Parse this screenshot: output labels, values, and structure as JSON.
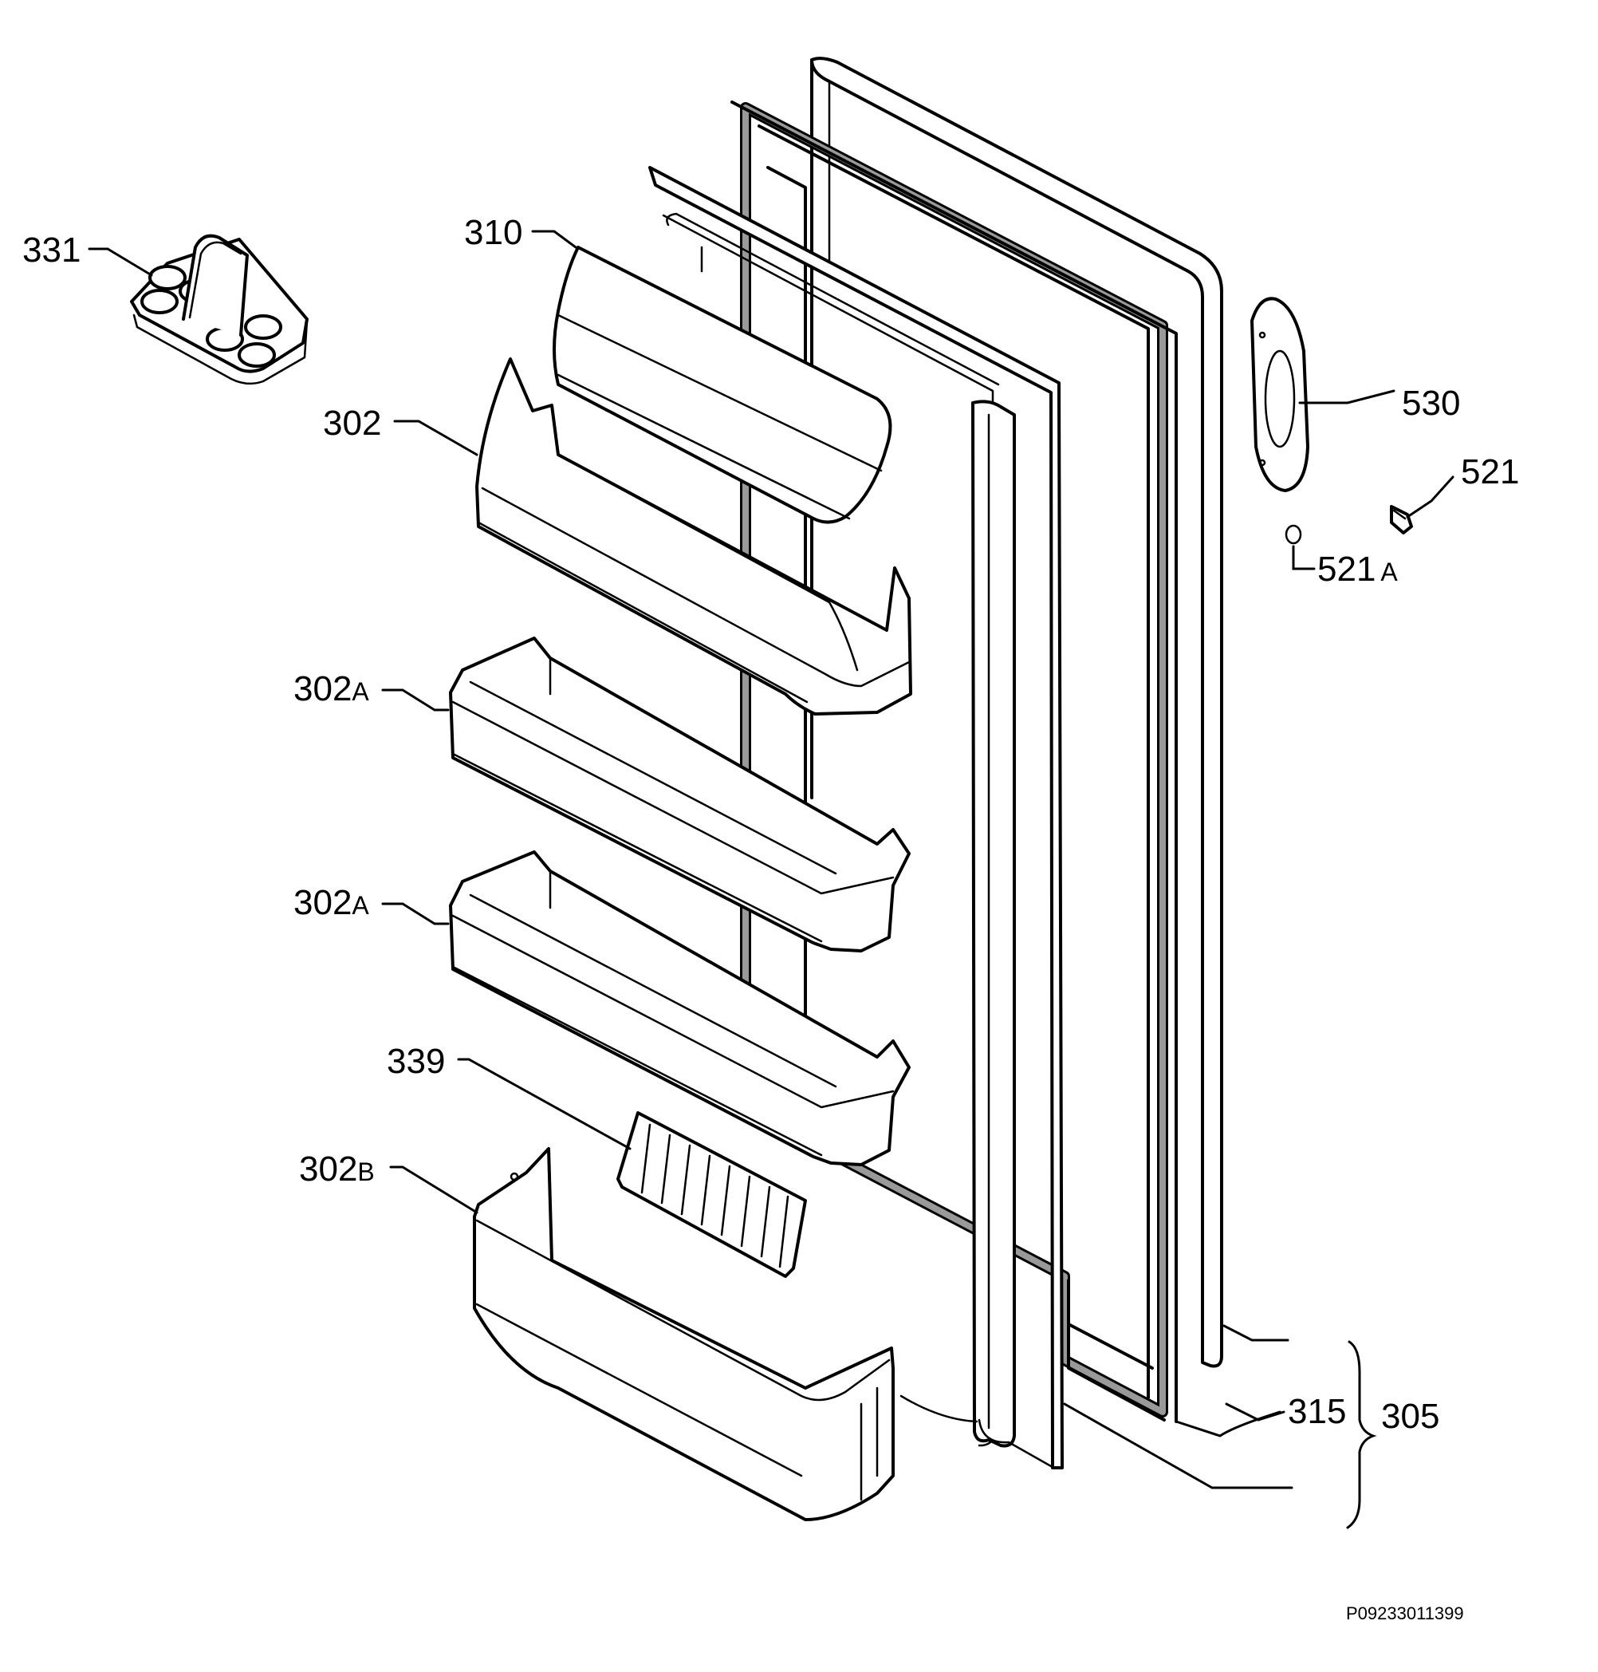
{
  "callouts": {
    "c331": "331",
    "c310": "310",
    "c302": "302",
    "c302a_1": "302",
    "c302a_1_suffix": "A",
    "c302a_2": "302",
    "c302a_2_suffix": "A",
    "c339": "339",
    "c302b": "302",
    "c302b_suffix": "B",
    "c530": "530",
    "c521": "521",
    "c521a": "521",
    "c521a_suffix": "A",
    "c315": "315",
    "c305": "305"
  },
  "drawing_code": "P09233011399"
}
